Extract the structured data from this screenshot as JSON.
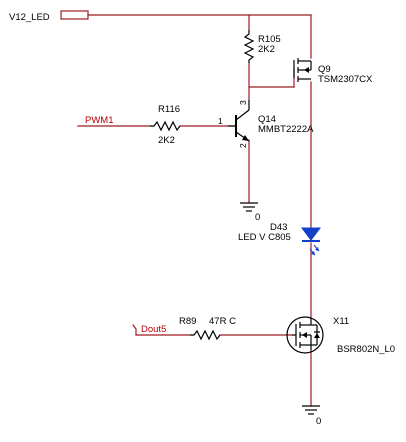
{
  "nets": {
    "v12_led": "V12_LED",
    "pwm1": "PWM1",
    "dout5": "Dout5"
  },
  "components": {
    "r105": {
      "ref": "R105",
      "value": "2K2"
    },
    "q9": {
      "ref": "Q9",
      "value": "TSM2307CX"
    },
    "r116": {
      "ref": "R116",
      "value": "2K2"
    },
    "q14": {
      "ref": "Q14",
      "value": "MMBT2222A",
      "pin_base": "1",
      "pin_collector": "3",
      "pin_emitter": "2"
    },
    "d43": {
      "ref": "D43",
      "value": "LED V C805"
    },
    "r89": {
      "ref": "R89",
      "value": "47R C"
    },
    "x11": {
      "ref": "X11",
      "value": "BSR802N_L0"
    }
  },
  "grounds": {
    "gnd1_label": "0",
    "gnd2_label": "0"
  },
  "colors": {
    "wire": "#9c1c22",
    "component": "#000000",
    "net_label": "#b80000",
    "led_fill": "#1240c8"
  }
}
